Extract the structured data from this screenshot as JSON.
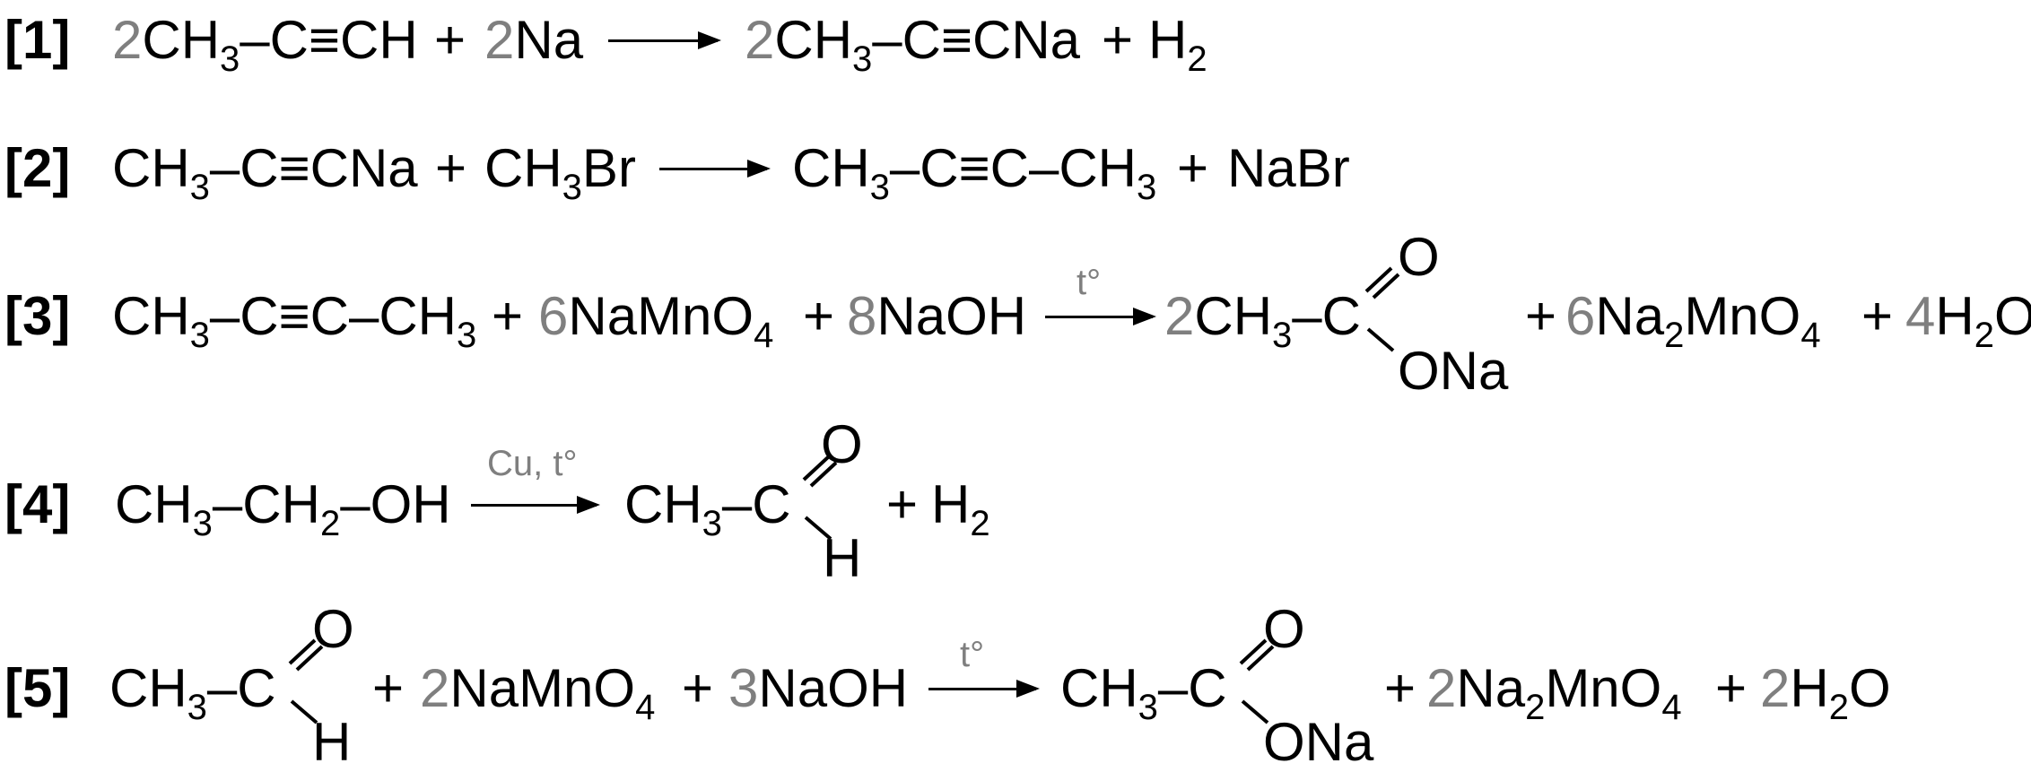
{
  "colors": {
    "text": "#000000",
    "coefficient": "#7f7f7f"
  },
  "reactions": [
    {
      "label": "[1]",
      "reactants": [
        {
          "coef": "2",
          "parts": [
            "CH",
            "3",
            "–C≡CH"
          ]
        },
        {
          "coef": "2",
          "parts": [
            "Na"
          ]
        }
      ],
      "products": [
        {
          "coef": "2",
          "parts": [
            "CH",
            "3",
            "–C≡CNa"
          ]
        },
        {
          "coef": "",
          "parts": [
            "H",
            "2"
          ]
        }
      ],
      "condition": ""
    },
    {
      "label": "[2]",
      "reactants": [
        {
          "coef": "",
          "parts": [
            "CH",
            "3",
            "–C≡CNa"
          ]
        },
        {
          "coef": "",
          "parts": [
            "CH",
            "3",
            "Br"
          ]
        }
      ],
      "products": [
        {
          "coef": "",
          "parts": [
            "CH",
            "3",
            "–C≡C–CH",
            "3"
          ]
        },
        {
          "coef": "",
          "parts": [
            "NaBr"
          ]
        }
      ],
      "condition": ""
    },
    {
      "label": "[3]",
      "reactants": [
        {
          "coef": "",
          "parts": [
            "CH",
            "3",
            "–C≡C–CH",
            "3"
          ]
        },
        {
          "coef": "6",
          "parts": [
            "NaMnO",
            "4"
          ]
        },
        {
          "coef": "8",
          "parts": [
            "NaOH"
          ]
        }
      ],
      "products": [
        {
          "coef": "2",
          "parts": [
            "CH",
            "3",
            "–C"
          ],
          "upper": "O",
          "lower": "ONa"
        },
        {
          "coef": "6",
          "parts": [
            "Na",
            "2",
            "MnO",
            "4"
          ]
        },
        {
          "coef": "4",
          "parts": [
            "H",
            "2",
            "O"
          ]
        }
      ],
      "condition": "t°"
    },
    {
      "label": "[4]",
      "reactants": [
        {
          "coef": "",
          "parts": [
            "CH",
            "3",
            "–CH",
            "2",
            "–OH"
          ]
        }
      ],
      "products": [
        {
          "coef": "",
          "parts": [
            "CH",
            "3",
            "–C"
          ],
          "upper": "O",
          "lower": "H"
        },
        {
          "coef": "",
          "parts": [
            "H",
            "2"
          ]
        }
      ],
      "condition": "Cu, t°"
    },
    {
      "label": "[5]",
      "reactants": [
        {
          "coef": "",
          "parts": [
            "CH",
            "3",
            "–C"
          ],
          "upper": "O",
          "lower": "H"
        },
        {
          "coef": "2",
          "parts": [
            "NaMnO",
            "4"
          ]
        },
        {
          "coef": "3",
          "parts": [
            "NaOH"
          ]
        }
      ],
      "products": [
        {
          "coef": "",
          "parts": [
            "CH",
            "3",
            "–C"
          ],
          "upper": "O",
          "lower": "ONa"
        },
        {
          "coef": "2",
          "parts": [
            "Na",
            "2",
            "MnO",
            "4"
          ]
        },
        {
          "coef": "2",
          "parts": [
            "H",
            "2",
            "O"
          ]
        }
      ],
      "condition": "t°"
    }
  ]
}
